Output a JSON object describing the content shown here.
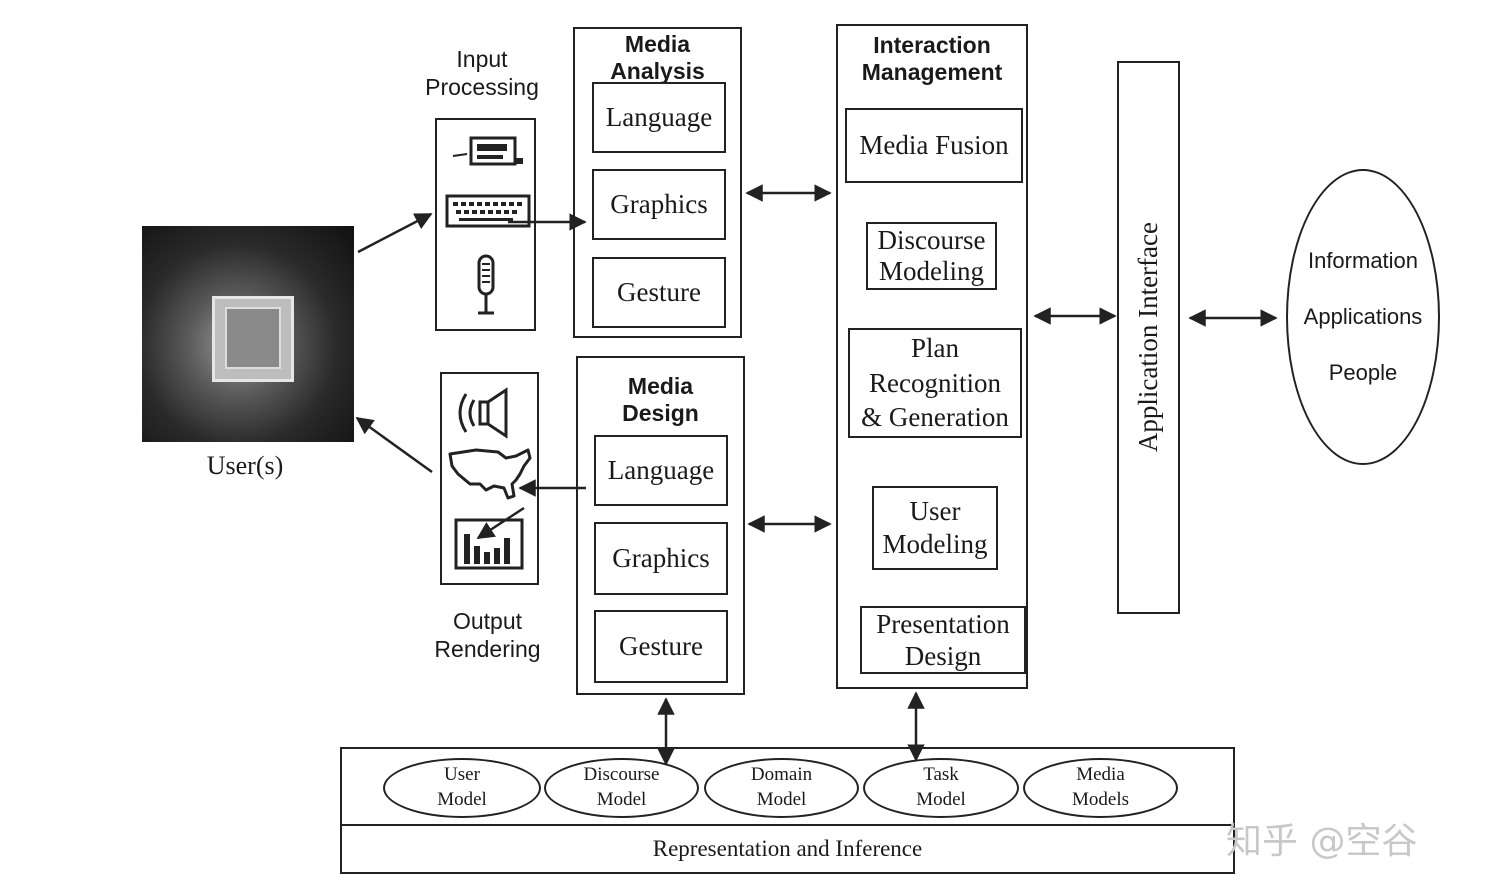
{
  "user": {
    "label": "User(s)"
  },
  "input_processing": {
    "title_line1": "Input",
    "title_line2": "Processing"
  },
  "output_rendering": {
    "title_line1": "Output",
    "title_line2": "Rendering"
  },
  "media_analysis": {
    "title_line1": "Media",
    "title_line2": "Analysis",
    "items": [
      "Language",
      "Graphics",
      "Gesture"
    ]
  },
  "media_design": {
    "title_line1": "Media",
    "title_line2": "Design",
    "items": [
      "Language",
      "Graphics",
      "Gesture"
    ]
  },
  "interaction_management": {
    "title_line1": "Interaction",
    "title_line2": "Management",
    "items": [
      {
        "lines": [
          "Media Fusion"
        ]
      },
      {
        "lines": [
          "Discourse",
          "Modeling"
        ]
      },
      {
        "lines": [
          "Plan",
          "Recognition",
          "& Generation"
        ]
      },
      {
        "lines": [
          "User",
          "Modeling"
        ]
      },
      {
        "lines": [
          "Presentation",
          "Design"
        ]
      }
    ]
  },
  "application_interface": {
    "label": "Application Interface"
  },
  "external": {
    "lines": [
      "Information",
      "Applications",
      "People"
    ]
  },
  "models": [
    {
      "line1": "User",
      "line2": "Model"
    },
    {
      "line1": "Discourse",
      "line2": "Model"
    },
    {
      "line1": "Domain",
      "line2": "Model"
    },
    {
      "line1": "Task",
      "line2": "Model"
    },
    {
      "line1": "Media",
      "line2": "Models"
    }
  ],
  "representation": {
    "label": "Representation and Inference"
  },
  "watermark": {
    "text": "知乎 @空谷"
  },
  "icons": [
    "printer-icon",
    "keyboard-icon",
    "microphone-icon",
    "speaker-icon",
    "us-map-icon",
    "bar-chart-icon"
  ]
}
